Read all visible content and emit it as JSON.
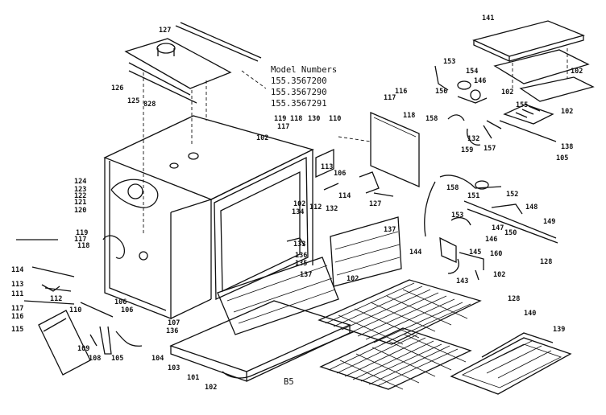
{
  "model_block": {
    "heading": "Model Numbers",
    "numbers": [
      "155.3567200",
      "155.3567290",
      "155.3567291"
    ]
  },
  "page_code": "B5",
  "part_labels": [
    "127",
    "126",
    "125",
    "828",
    "141",
    "153",
    "154",
    "146",
    "102",
    "102",
    "102",
    "156",
    "155",
    "158",
    "132",
    "157",
    "159",
    "138",
    "105",
    "116",
    "117",
    "118",
    "119",
    "117",
    "118",
    "130",
    "110",
    "102",
    "124",
    "123",
    "122",
    "121",
    "120",
    "113",
    "106",
    "114",
    "127",
    "112",
    "132",
    "102",
    "134",
    "133",
    "119",
    "117",
    "118",
    "137",
    "158",
    "151",
    "152",
    "148",
    "149",
    "153",
    "147",
    "146",
    "145",
    "160",
    "150",
    "128",
    "144",
    "143",
    "102",
    "135",
    "136",
    "137",
    "102",
    "114",
    "113",
    "111",
    "112",
    "117",
    "116",
    "115",
    "110",
    "106",
    "106",
    "107",
    "136",
    "109",
    "108",
    "105",
    "104",
    "103",
    "101",
    "102",
    "128",
    "140",
    "139"
  ]
}
